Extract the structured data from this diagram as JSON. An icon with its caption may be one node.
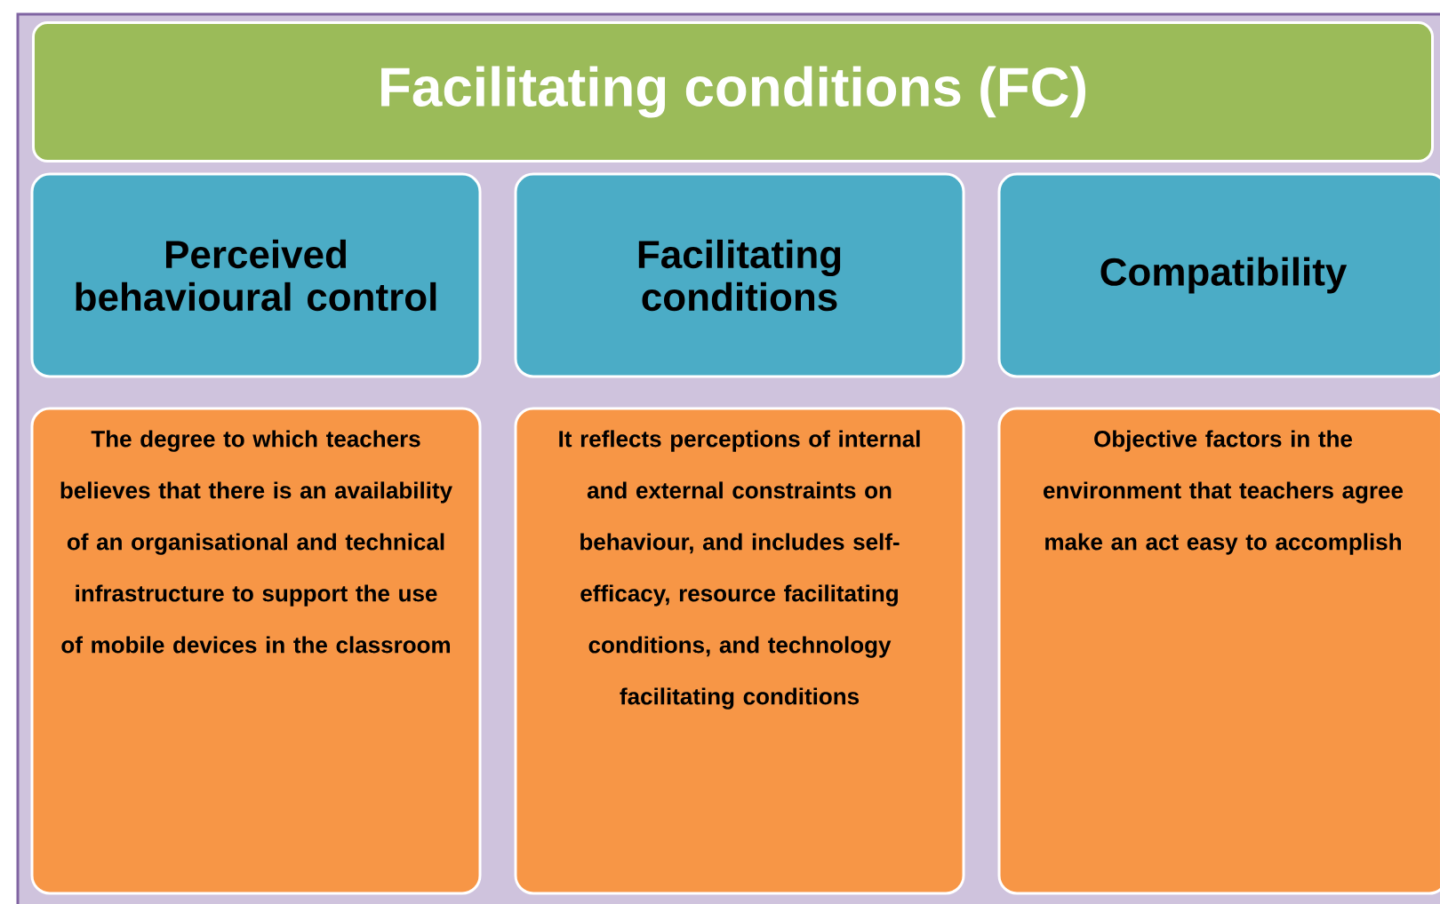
{
  "diagram": {
    "title": "Facilitating conditions (FC)",
    "nodes": [
      {
        "text": [
          "Perceived behavioural control"
        ]
      },
      {
        "text": [
          "Facilitating conditions"
        ]
      },
      {
        "text": [
          "Compatibility"
        ]
      },
      {
        "text": [
          "The degree to which teachers believes that there is an availability of an organisational and technical infrastructure to support the use of mobile devices in the classroom"
        ]
      },
      {
        "text": [
          "It reflects perceptions of internal and external constraints on behaviour, and includes self-efficacy, resource facilitating conditions, and technology facilitating conditions"
        ]
      },
      {
        "text": [
          "Objective factors in the environment that teachers agree make an act easy to accomplish"
        ]
      }
    ]
  }
}
